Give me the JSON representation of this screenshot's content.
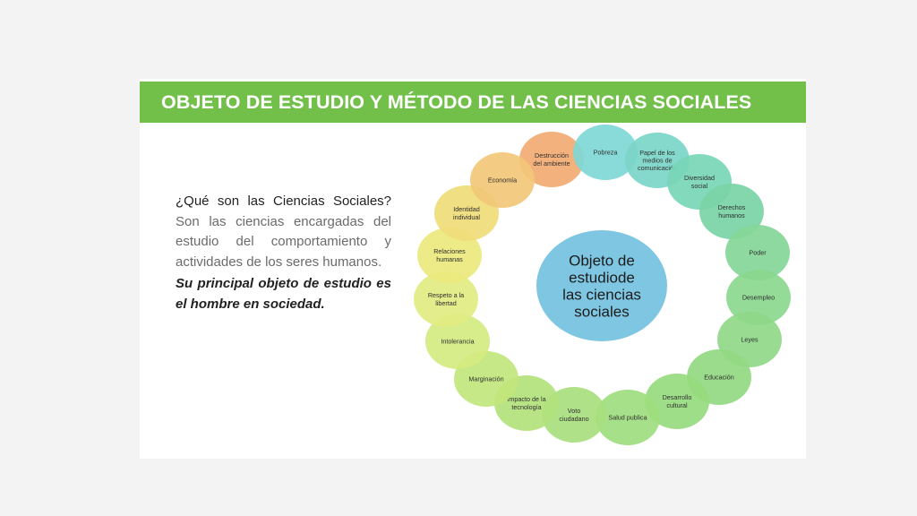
{
  "title": "OBJETO DE ESTUDIO Y MÉTODO DE LAS CIENCIAS SOCIALES",
  "intro": {
    "question": "¿Qué son las Ciencias Sociales?",
    "definition": "Son las ciencias  encargadas del estudio del comportamiento y actividades de los seres humanos.",
    "emphasis": "Su principal objeto de estudio es el hombre en sociedad."
  },
  "diagram": {
    "center_lines": [
      "Objeto de",
      "estudiode",
      "las ciencias",
      "sociales"
    ],
    "center_color": "#7ec6e2",
    "nodes": [
      {
        "lines": [
          "Destrucción",
          "del ambiente"
        ],
        "color": "#f2ab72"
      },
      {
        "lines": [
          "Pobreza"
        ],
        "color": "#7fd8d6"
      },
      {
        "lines": [
          "Papel de los",
          "medios de",
          "comunicación"
        ],
        "color": "#7ad6c8"
      },
      {
        "lines": [
          "Diversidad",
          "social"
        ],
        "color": "#78d6b6"
      },
      {
        "lines": [
          "Derechos",
          "humanos"
        ],
        "color": "#79d4a6"
      },
      {
        "lines": [
          "Poder"
        ],
        "color": "#84d697"
      },
      {
        "lines": [
          "Desempleo"
        ],
        "color": "#8ad88e"
      },
      {
        "lines": [
          "Leyes"
        ],
        "color": "#8fd888"
      },
      {
        "lines": [
          "Educación"
        ],
        "color": "#92d982"
      },
      {
        "lines": [
          "Desarrollo",
          "cultural"
        ],
        "color": "#96db7e"
      },
      {
        "lines": [
          "Salud publica"
        ],
        "color": "#9edd7e"
      },
      {
        "lines": [
          "Voto",
          "ciudadano"
        ],
        "color": "#a8e07e"
      },
      {
        "lines": [
          "Impacto de la",
          "tecnología"
        ],
        "color": "#b2e27c"
      },
      {
        "lines": [
          "Marginación"
        ],
        "color": "#c2e67c"
      },
      {
        "lines": [
          "Intolerancia"
        ],
        "color": "#d4ea80"
      },
      {
        "lines": [
          "Respeto a la",
          "libertad"
        ],
        "color": "#e2ec82"
      },
      {
        "lines": [
          "Relaciones",
          "humanas"
        ],
        "color": "#ebe97e"
      },
      {
        "lines": [
          "Identidad",
          "individual"
        ],
        "color": "#f0dc78"
      },
      {
        "lines": [
          "Economía"
        ],
        "color": "#f2c777"
      }
    ]
  }
}
